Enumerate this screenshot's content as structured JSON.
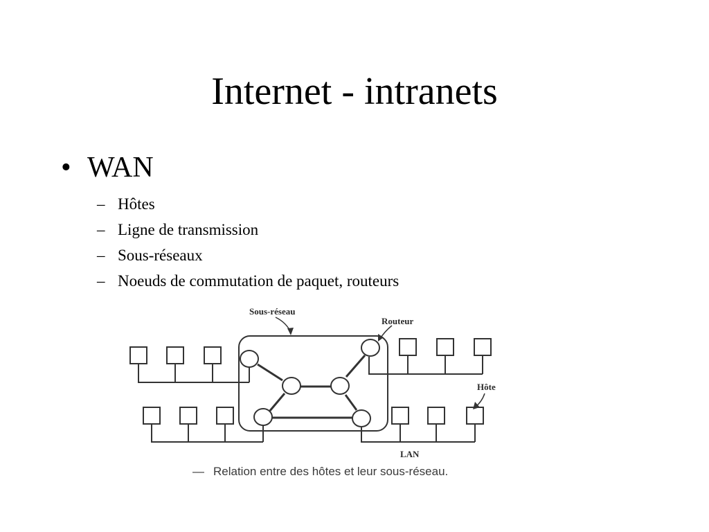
{
  "slide": {
    "title": "Internet - intranets",
    "bullet": {
      "marker": "•",
      "label": "WAN",
      "sub_marker": "–",
      "items": [
        "Hôtes",
        "Ligne de transmission",
        "Sous-réseaux",
        "Noeuds de commutation de paquet, routeurs"
      ]
    }
  },
  "diagram": {
    "labels": {
      "subnet": "Sous-réseau",
      "router": "Routeur",
      "host": "Hôte",
      "lan": "LAN"
    },
    "caption_dash": "—",
    "caption": "Relation entre des hôtes et leur sous-réseau."
  }
}
